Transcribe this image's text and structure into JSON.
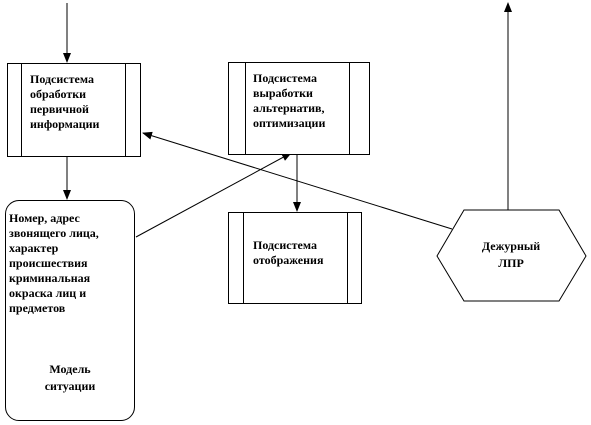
{
  "nodes": {
    "primary_processing": "Подсистема обработки первичной информации",
    "alternatives": "Подсистема выработки альтернатив, оптимизации",
    "display": "Подсистема отображения",
    "situation_details": "Номер, адрес звонящего лица, характер происшествия криминальная окраска лиц и предметов",
    "situation_model": "Модель ситуации",
    "decision_maker": "Дежурный ЛПР"
  },
  "colors": {
    "line": "#000000",
    "background": "#ffffff"
  }
}
